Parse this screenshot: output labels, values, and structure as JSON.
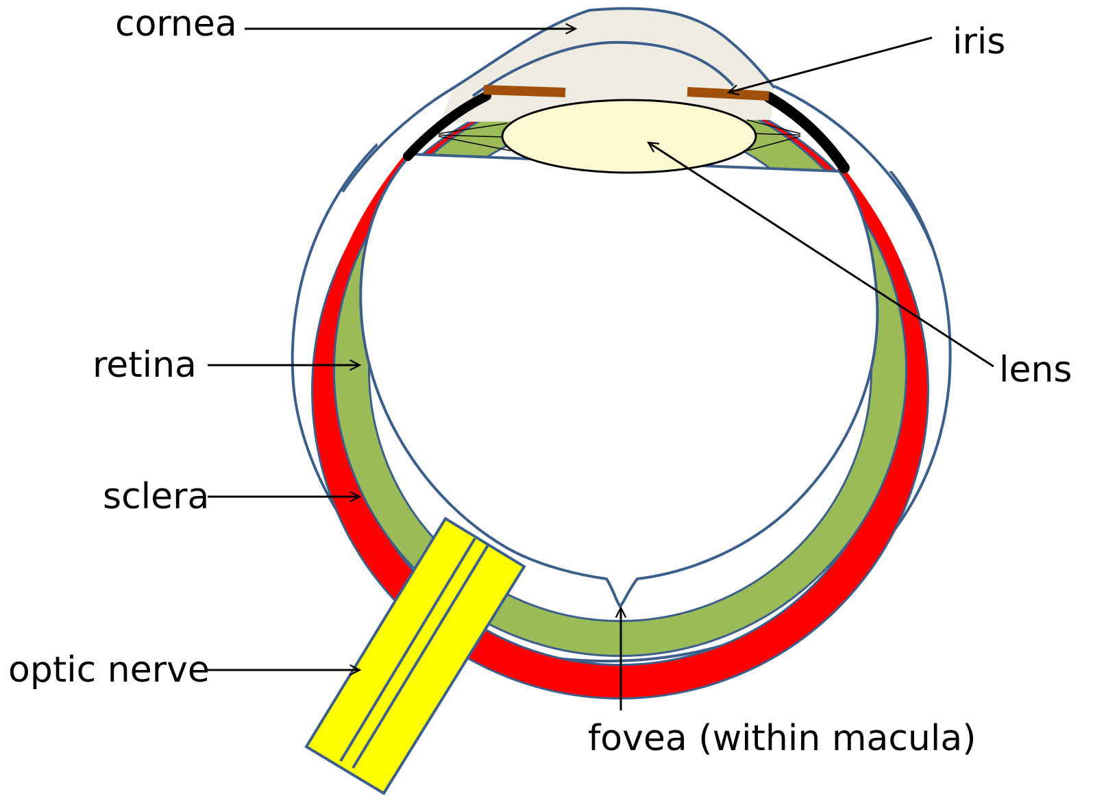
{
  "labels": {
    "cornea": "cornea",
    "iris": "iris",
    "lens": "lens",
    "retina": "retina",
    "sclera": "sclera",
    "optic_nerve": "optic nerve",
    "fovea": "fovea (within macula)"
  },
  "colors": {
    "outline": "#3b5f8a",
    "cornea_fill": "#eeece2",
    "lens_fill": "#fdf7d2",
    "retina_fill": "#9bbb59",
    "choroid_red": "#ff0000",
    "iris_brown": "#a0500a",
    "ciliary_black": "#000000",
    "optic_nerve_fill": "#ffff00"
  }
}
